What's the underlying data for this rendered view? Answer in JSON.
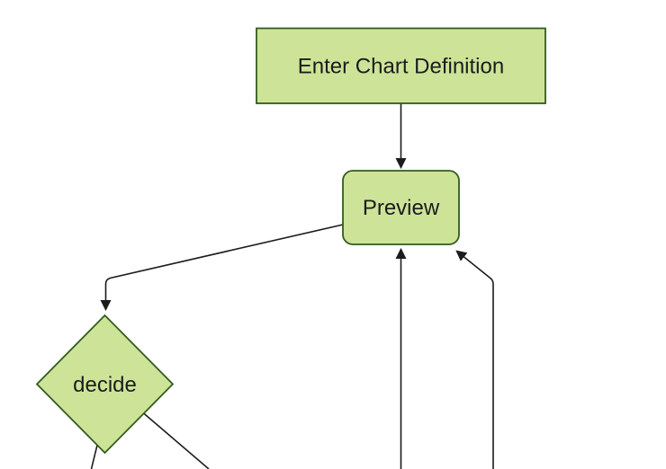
{
  "diagram": {
    "type": "flowchart",
    "direction": "top-down",
    "colors": {
      "background": "#ffffff",
      "node_fill": "#cde498",
      "node_border": "#325b1e",
      "edge": "#1c1c1c",
      "label_text": "#1c1c1c"
    },
    "nodes": {
      "enter_chart_definition": {
        "label": "Enter Chart Definition",
        "shape": "rectangle"
      },
      "preview": {
        "label": "Preview",
        "shape": "rounded-rectangle"
      },
      "decide": {
        "label": "decide",
        "shape": "diamond"
      }
    },
    "edges": [
      {
        "from": "enter_chart_definition",
        "to": "preview",
        "arrowhead": true
      },
      {
        "from": "preview",
        "to": "decide",
        "arrowhead": true
      },
      {
        "from": "decide",
        "to": "offscreen-bottom-left",
        "arrowhead": false
      },
      {
        "from": "decide",
        "to": "offscreen-bottom-right",
        "arrowhead": false
      },
      {
        "from": "offscreen-bottom-center",
        "to": "preview",
        "arrowhead": true
      },
      {
        "from": "offscreen-bottom-right",
        "to": "preview",
        "arrowhead": true
      }
    ]
  }
}
